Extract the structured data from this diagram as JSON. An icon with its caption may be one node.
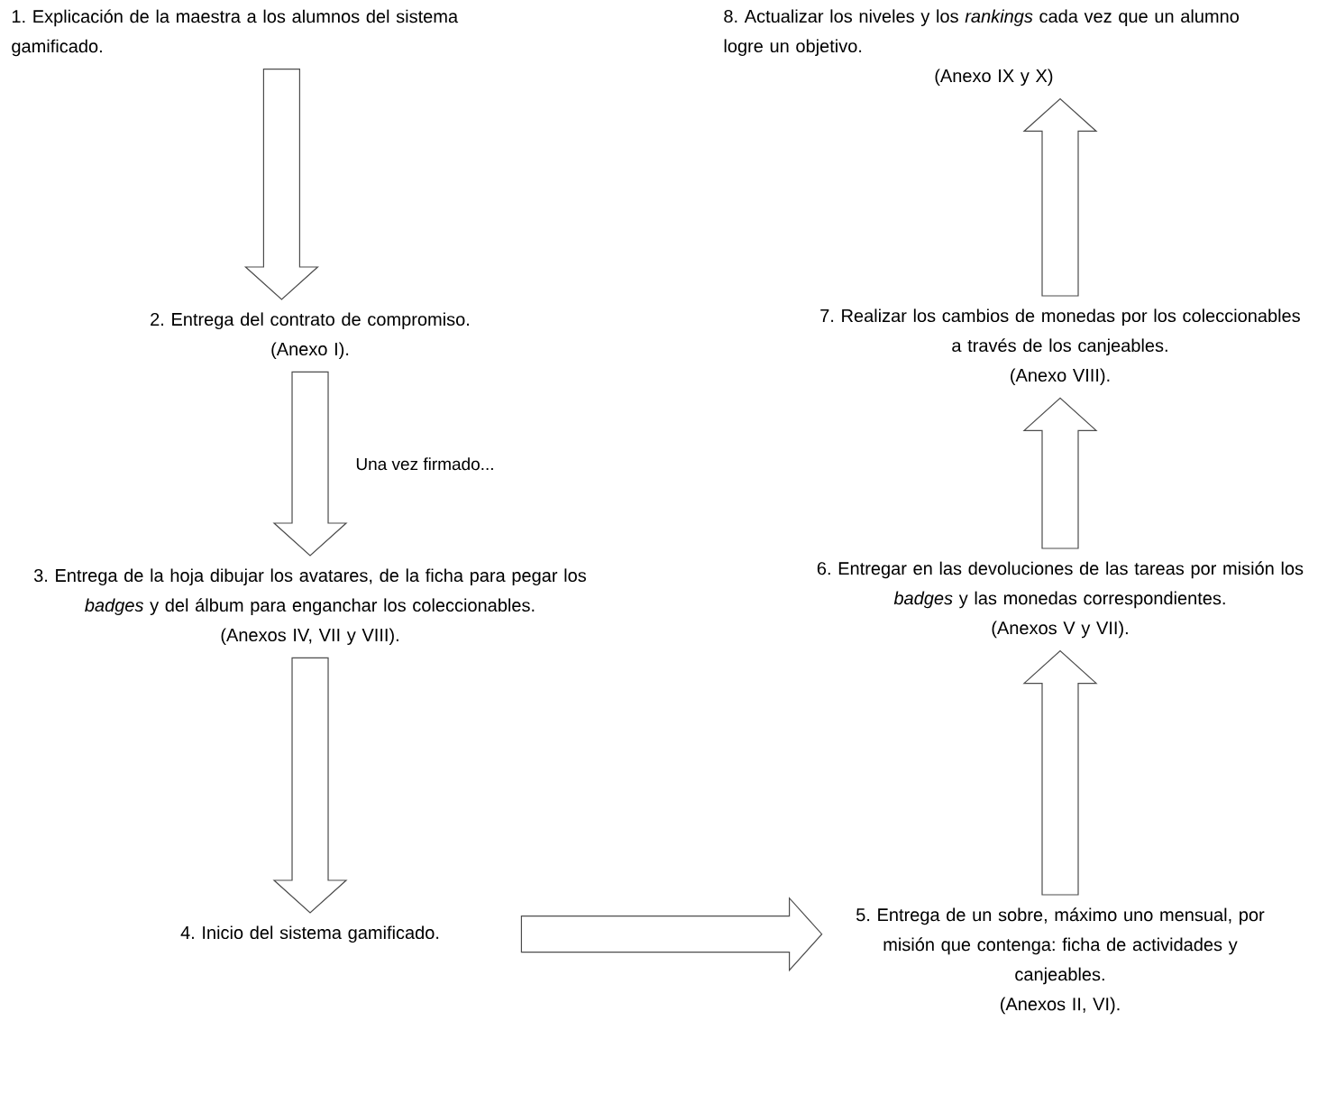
{
  "diagram": {
    "nodes": [
      {
        "text": [
          "1. Explicación de la maestra a los alumnos del sistema gamificado."
        ]
      },
      {
        "text": [
          "2. Entrega del contrato de compromiso.",
          "(Anexo I)."
        ]
      },
      {
        "text": [
          "3. Entrega de la hoja dibujar los avatares, de la ficha para pegar los *badges* y del álbum para enganchar los coleccionables.",
          "(Anexos IV, VII y VIII)."
        ]
      },
      {
        "text": [
          "4. Inicio del sistema gamificado."
        ]
      },
      {
        "text": [
          "5. Entrega de un sobre, máximo uno mensual, por misión que contenga: ficha de actividades y canjeables.",
          "(Anexos II, VI)."
        ]
      },
      {
        "text": [
          "6. Entregar en las devoluciones de las tareas por misión los *badges* y las monedas correspondientes.",
          "(Anexos V y VII)."
        ]
      },
      {
        "text": [
          "7. Realizar los cambios de monedas por los coleccionables a través de los canjeables.",
          "(Anexo VIII)."
        ]
      },
      {
        "text": [
          "8. Actualizar los niveles y los *rankings* cada vez que un alumno logre un objetivo.",
          "(Anexo IX y X)"
        ]
      }
    ],
    "edges": [
      {
        "from": 0,
        "to": 1,
        "arrow": "to"
      },
      {
        "from": 1,
        "to": 2,
        "arrow": "to",
        "label": "Una vez firmado..."
      },
      {
        "from": 2,
        "to": 3,
        "arrow": "to"
      },
      {
        "from": 3,
        "to": 4,
        "arrow": "to"
      },
      {
        "from": 4,
        "to": 5,
        "arrow": "to"
      },
      {
        "from": 5,
        "to": 6,
        "arrow": "to"
      },
      {
        "from": 6,
        "to": 7,
        "arrow": "to"
      }
    ]
  }
}
